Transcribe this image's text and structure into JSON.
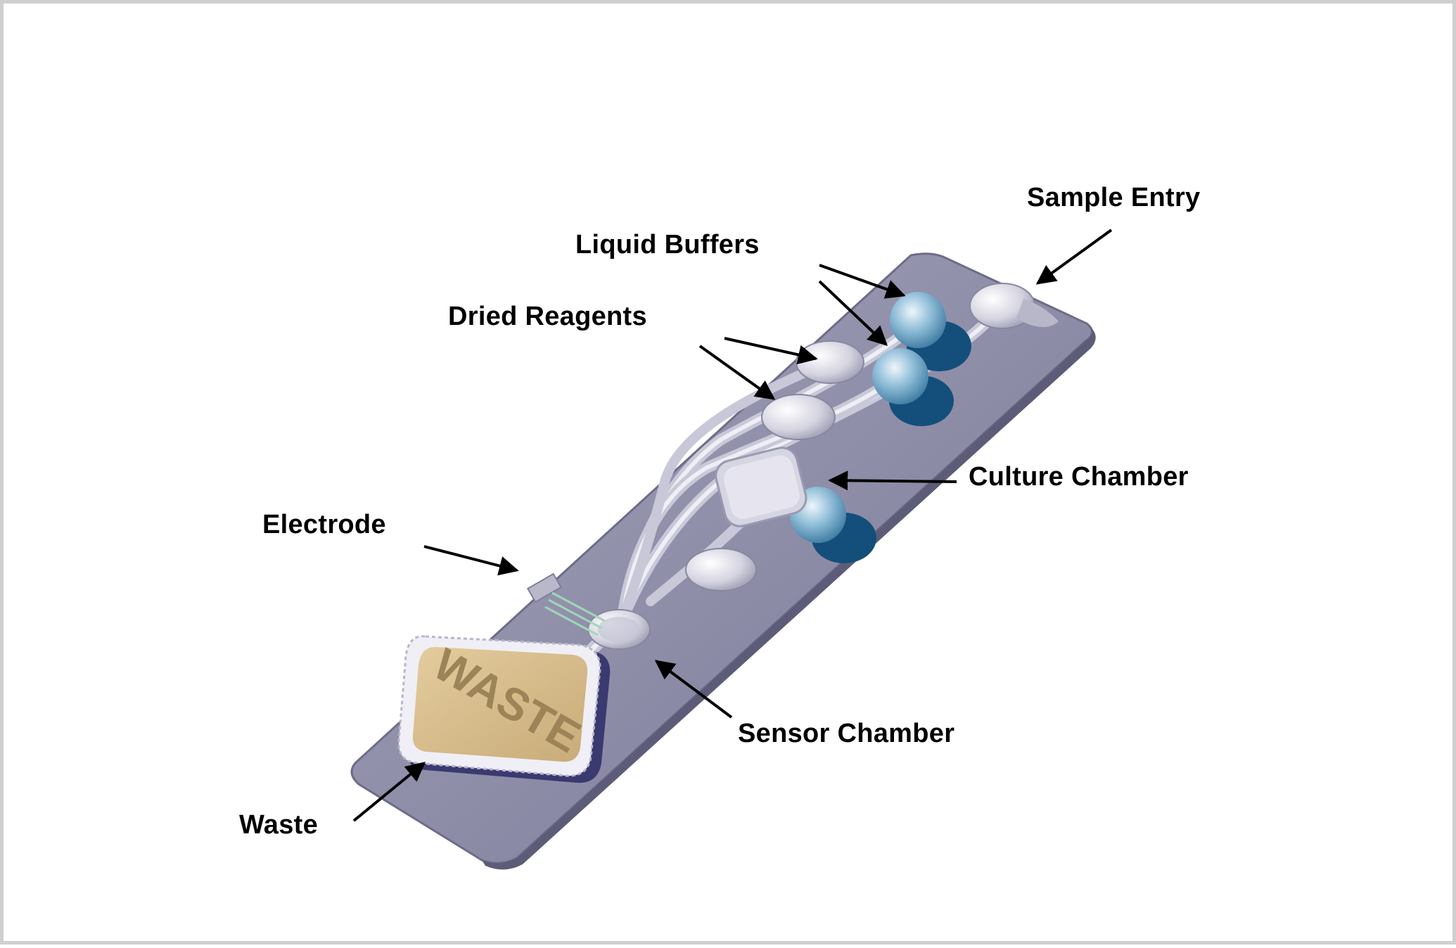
{
  "labels": {
    "sample_entry": "Sample Entry",
    "liquid_buffers": "Liquid Buffers",
    "dried_reagents": "Dried Reagents",
    "culture_chamber": "Culture Chamber",
    "electrode": "Electrode",
    "sensor_chamber": "Sensor Chamber",
    "waste": "Waste"
  },
  "waste_pad_text": "WASTE",
  "colors": {
    "card": "#8d8ca6",
    "waste_pad": "#d6bb8c",
    "buffer_blue": "#6fa6c6",
    "arrow": "#000000"
  }
}
